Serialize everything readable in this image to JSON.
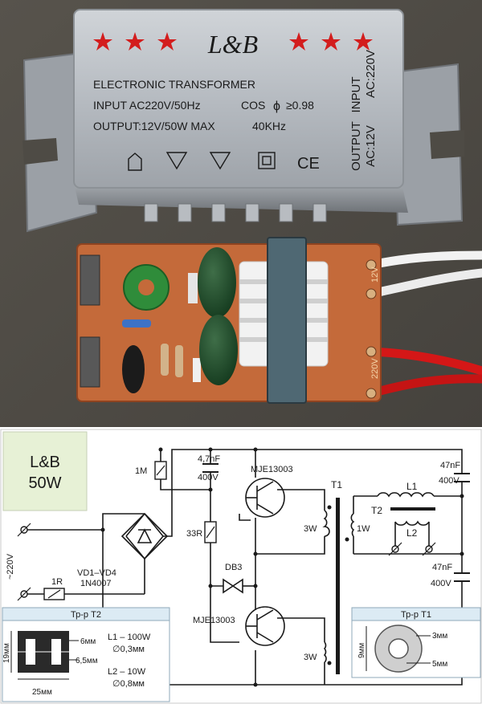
{
  "photo": {
    "brand": "L&B",
    "line1": "ELECTRONIC TRANSFORMER",
    "line2": "INPUT AC220V/50Hz",
    "cos": "COS",
    "cos_value": "≥0.98",
    "line3": "OUTPUT:12V/50W MAX",
    "freq": "40KHz",
    "side_input_1": "INPUT",
    "side_input_2": "AC:220V",
    "side_output_1": "OUTPUT",
    "side_output_2": "AC:12V",
    "ce": "CE",
    "pcb_12v": "12V",
    "pcb_220v": "220V"
  },
  "schematic": {
    "title_1": "L&B",
    "title_2": "50W",
    "r1m": "1M",
    "c47nf_cap": "4,7nF",
    "c47nf_volt": "400V",
    "q_top": "MJE13003",
    "q_bottom": "MJE13003",
    "c47_top_cap": "47nF",
    "c47_top_volt": "400V",
    "c47_bot_cap": "47nF",
    "c47_bot_volt": "400V",
    "t1": "T1",
    "t2": "T2",
    "l1": "L1",
    "l2": "L2",
    "w3_top": "3W",
    "w1": "1W",
    "w3_bot": "3W",
    "r33": "33R",
    "db3": "DB3",
    "mains": "~220V",
    "vd": "VD1–VD4",
    "vd_part": "1N4007",
    "r1r": "1R"
  },
  "t2_box": {
    "header": "Тр-р Т2",
    "dim_left": "19мм",
    "dim_bottom": "25мм",
    "dim_6": "6мм",
    "dim_65": "6,5мм",
    "l1_turns": "L1 – 100W",
    "l1_wire": "∅0,3мм",
    "l2_turns": "L2 – 10W",
    "l2_wire": "∅0,8мм"
  },
  "t1_box": {
    "header": "Тр-р Т1",
    "dim_h": "9мм",
    "dim_3": "3мм",
    "dim_5": "5мм"
  },
  "colors": {
    "photo_bg": "#4e4b45",
    "module_metal": "#b9bec3",
    "pcb": "#c46a3a",
    "schematic_bg": "#ffffff",
    "title_box": "#e7f1d6",
    "info_box": "#dcebf4",
    "star_red": "#d31d1d",
    "wire_red": "#d41717"
  }
}
